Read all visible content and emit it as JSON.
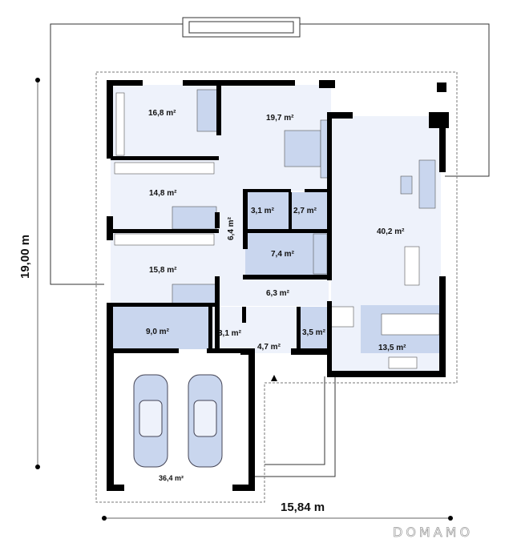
{
  "plan": {
    "rooms": [
      {
        "id": "bedroom-1",
        "area": "16,8 m²"
      },
      {
        "id": "master-bedroom",
        "area": "19,7 m²"
      },
      {
        "id": "bedroom-2",
        "area": "14,8 m²"
      },
      {
        "id": "corridor",
        "area": "6,4 m²"
      },
      {
        "id": "wc",
        "area": "3,1 m²"
      },
      {
        "id": "shower",
        "area": "2,7 m²"
      },
      {
        "id": "bathroom",
        "area": "7,4 m²"
      },
      {
        "id": "bedroom-3",
        "area": "15,8 m²"
      },
      {
        "id": "hall",
        "area": "6,3 m²"
      },
      {
        "id": "utility",
        "area": "9,0 m²"
      },
      {
        "id": "boiler",
        "area": "3,1 m²"
      },
      {
        "id": "entry",
        "area": "4,7 m²"
      },
      {
        "id": "toilet",
        "area": "3,5 m²"
      },
      {
        "id": "living",
        "area": "40,2 m²"
      },
      {
        "id": "kitchen",
        "area": "13,5 m²"
      },
      {
        "id": "garage",
        "area": "36,4 m²"
      }
    ],
    "dimensions": {
      "height": "19,00 m",
      "width": "15,84 m"
    },
    "watermark": "DOMAMO",
    "colors": {
      "room_light": "#eef2fb",
      "room_blue": "#c9d6ee",
      "wall": "#000000"
    }
  }
}
